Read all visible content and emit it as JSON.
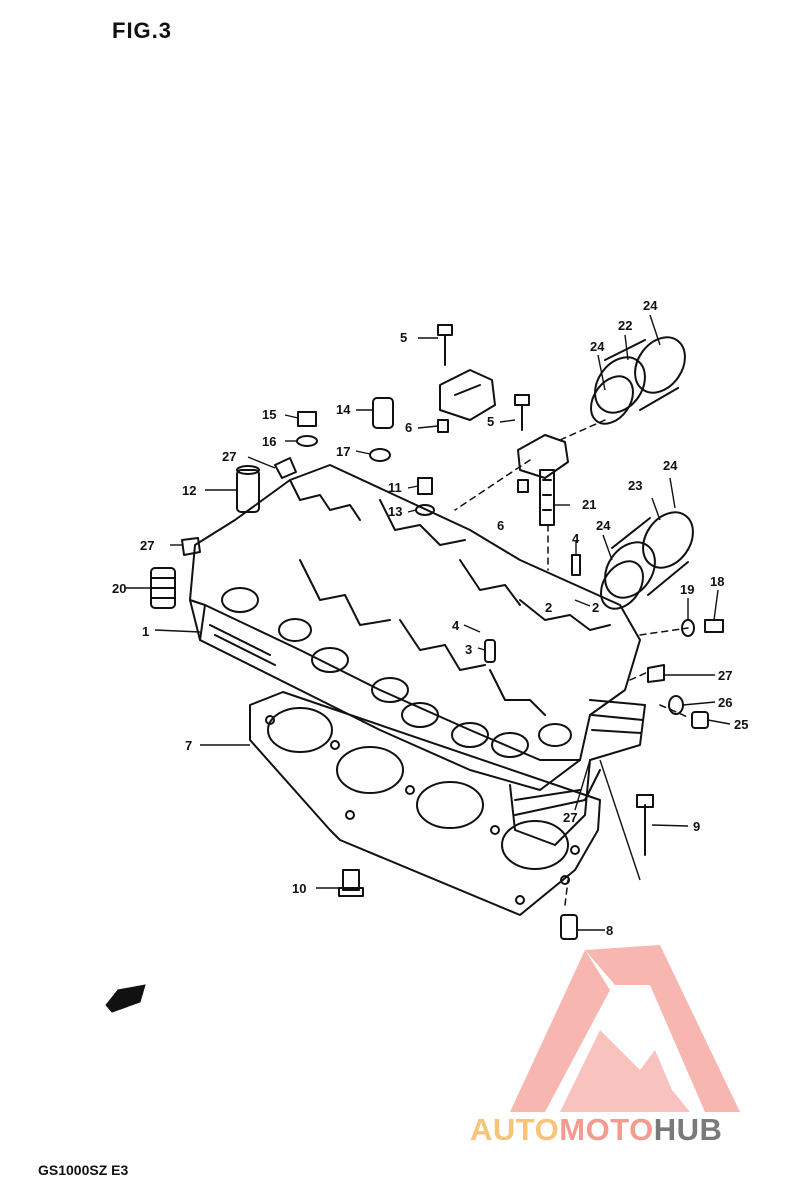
{
  "figure": {
    "title": "FIG.3",
    "model_code": "GS1000SZ E3"
  },
  "watermark": {
    "brand_part1": "AUTO",
    "brand_part2": "MOTO",
    "brand_part3": "HUB",
    "colors": {
      "logo": "#f07a6e",
      "auto": "#f6c47a",
      "moto": "#f59a8f",
      "hub": "#7a7a7a"
    }
  },
  "callouts": [
    "1",
    "2",
    "2",
    "3",
    "4",
    "4",
    "5",
    "5",
    "6",
    "6",
    "7",
    "8",
    "9",
    "10",
    "11",
    "12",
    "13",
    "14",
    "15",
    "16",
    "17",
    "18",
    "19",
    "20",
    "21",
    "22",
    "23",
    "24",
    "24",
    "24",
    "24",
    "25",
    "26",
    "27",
    "27",
    "27",
    "27"
  ]
}
